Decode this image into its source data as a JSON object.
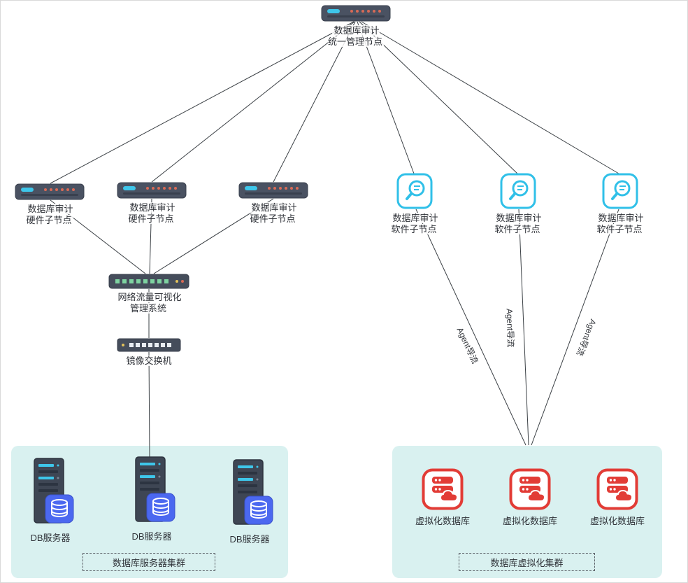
{
  "nodes": {
    "management": {
      "label": "数据库审计\n统一管理节点"
    },
    "hardware_nodes": [
      {
        "label": "数据库审计\n硬件子节点"
      },
      {
        "label": "数据库审计\n硬件子节点"
      },
      {
        "label": "数据库审计\n硬件子节点"
      }
    ],
    "software_nodes": [
      {
        "label": "数据库审计\n软件子节点"
      },
      {
        "label": "数据库审计\n软件子节点"
      },
      {
        "label": "数据库审计\n软件子节点"
      }
    ],
    "network_visualization": {
      "label": "网络流量可视化\n管理系统"
    },
    "mirror_switch": {
      "label": "镜像交换机"
    }
  },
  "edges": {
    "agent_flow_labels": [
      "Agent导流",
      "Agent导流",
      "Agent导流"
    ]
  },
  "clusters": {
    "database_cluster": {
      "title": "数据库服务器集群",
      "servers": [
        {
          "label": "DB服务器"
        },
        {
          "label": "DB服务器"
        },
        {
          "label": "DB服务器"
        }
      ]
    },
    "virtualization_cluster": {
      "title": "数据库虚拟化集群",
      "databases": [
        {
          "label": "虚拟化数据库"
        },
        {
          "label": "虚拟化数据库"
        },
        {
          "label": "虚拟化数据库"
        }
      ]
    }
  },
  "icons": {
    "management": "rack-server-icon",
    "hardware_node": "rack-server-icon",
    "software_node": "audit-magnifier-icon",
    "network_visualization": "switch-ports-icon",
    "mirror_switch": "switch-ports-icon",
    "db_server": "server-tower-database-icon",
    "virtual_database": "database-cloud-icon"
  },
  "colors": {
    "line": "#3b4045",
    "label_text": "#2f3238",
    "cluster_background": "#d9f1f0",
    "accent_cyan": "#30c0e8",
    "accent_red": "#e23c36",
    "server_dark": "#4a5262",
    "db_blue": "#4b68f0"
  }
}
